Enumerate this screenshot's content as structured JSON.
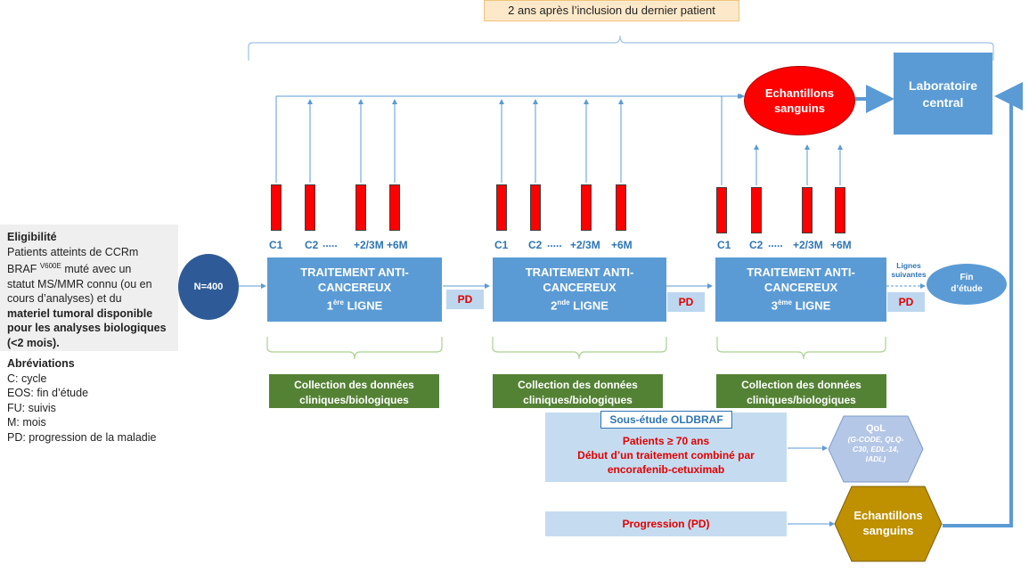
{
  "top_banner": "2 ans après l’inclusion du dernier patient",
  "eligibility": {
    "title": "Eligibilité",
    "line1": "Patients atteints de CCRm",
    "line2_pre": "BRAF ",
    "line2_sup": "V600E",
    "line2_post": " muté avec un",
    "line3": "statut MS/MMR connu (ou en",
    "line4": "cours d’analyses) et du",
    "bold1": "materiel tumoral disponible",
    "bold2": "pour les analyses biologiques",
    "bold3": "(<2 mois)."
  },
  "abbreviations": {
    "title": "Abréviations",
    "items": [
      "C: cycle",
      "EOS: fin d’étude",
      "FU: suivis",
      "M: mois",
      "PD: progression de la maladie"
    ]
  },
  "n_node": "N=400",
  "treatments": [
    {
      "l1": "TRAITEMENT ANTI-",
      "l2": "CANCEREUX",
      "num": "1",
      "sup": "ère",
      "ligne": " LIGNE"
    },
    {
      "l1": "TRAITEMENT ANTI-",
      "l2": "CANCEREUX",
      "num": "2",
      "sup": "nde",
      "ligne": " LIGNE"
    },
    {
      "l1": "TRAITEMENT ANTI-",
      "l2": "CANCEREUX",
      "num": "3",
      "sup": "ème",
      "ligne": " LIGNE"
    }
  ],
  "cycles": {
    "c1": "C1",
    "c2": "C2",
    "dots": ".....",
    "m3": "+2/3M",
    "m6": "+6M"
  },
  "pd_label": "PD",
  "collection": {
    "l1": "Collection des données",
    "l2": "cliniques/biologiques"
  },
  "samples_top": {
    "l1": "Echantillons",
    "l2": "sanguins"
  },
  "lab": {
    "l1": "Laboratoire",
    "l2": "central"
  },
  "lignes_suivantes": {
    "l1": "Lignes",
    "l2": "suivantes"
  },
  "fin_etude": {
    "l1": "Fin",
    "l2": "d’étude"
  },
  "substudy": {
    "title": "Sous-étude OLDBRAF",
    "l1": "Patients ≥ 70 ans",
    "l2": "Début d’un traitement combiné par",
    "l3": "encorafenib-cetuximab"
  },
  "qol": {
    "title": "QoL",
    "l1": "(G-CODE, QLQ-",
    "l2": "C30, EDL-14,",
    "l3": "IADL)"
  },
  "progression": "Progression (PD)",
  "samples_bottom": {
    "l1": "Echantillons",
    "l2": "sanguins"
  },
  "colors": {
    "blue": "#5b9bd5",
    "red": "#ff0000",
    "green": "#548235",
    "gold": "#bf9000",
    "qol": "#b4c7e7",
    "pd": "#bdd7ee"
  }
}
